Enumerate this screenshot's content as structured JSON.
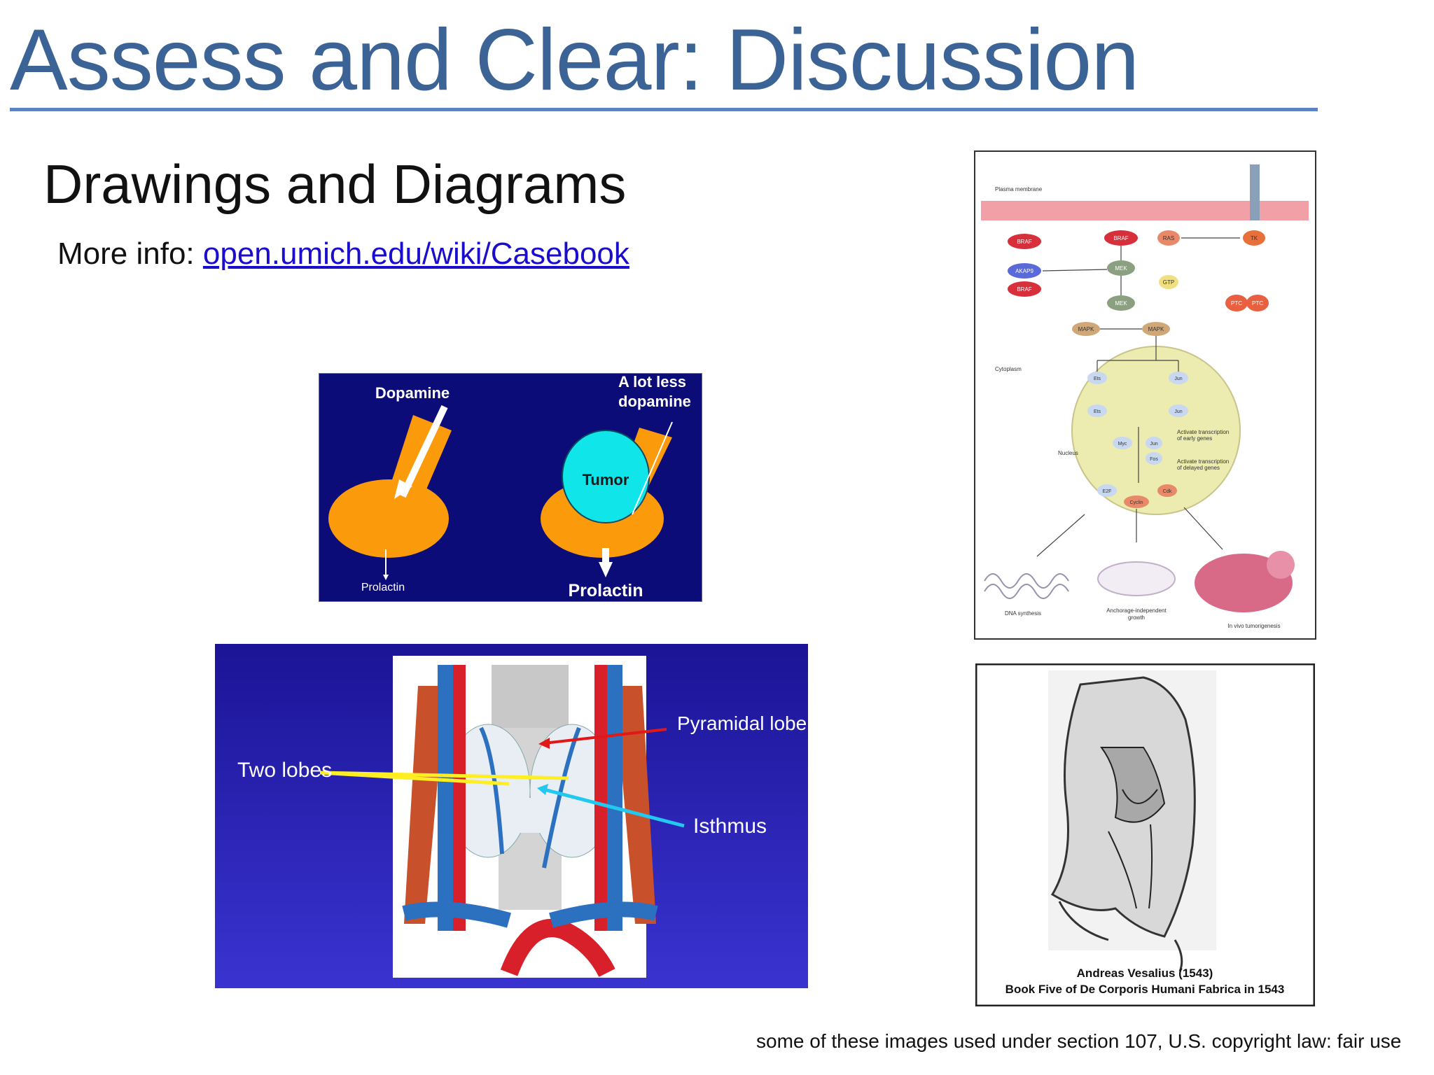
{
  "slide": {
    "title": "Assess and Clear: Discussion",
    "subtitle": "Drawings and Diagrams",
    "more_info_label": "More info: ",
    "more_info_link": "open.umich.edu/wiki/Casebook",
    "footer": "some of these images used under section 107, U.S. copyright law: fair use"
  },
  "pituitary_figure": {
    "label_dopamine": "Dopamine",
    "label_less_line1": "A lot less",
    "label_less_line2": "dopamine",
    "label_tumor": "Tumor",
    "label_prolactin_small": "Prolactin",
    "label_prolactin_large": "Prolactin"
  },
  "thyroid_figure": {
    "label_pyramidal": "Pyramidal lobe",
    "label_two_lobes": "Two lobes",
    "label_isthmus": "Isthmus"
  },
  "pathway_figure": {
    "plasma_membrane": "Plasma membrane",
    "cytoplasm": "Cytoplasm",
    "nucleus": "Nucleus",
    "nodes": [
      "BRAF",
      "BRAF",
      "RAS",
      "TK",
      "AKAP9",
      "BRAF",
      "MEK",
      "GTP",
      "MEK",
      "PTC",
      "PTC",
      "MAPK",
      "MAPK",
      "Ets",
      "Jun",
      "Ets",
      "Jun",
      "Myc",
      "Jun",
      "Fos",
      "E2F",
      "Cyclin",
      "Cdk"
    ],
    "early_genes_line1": "Activate transcription",
    "early_genes_line2": "of early genes",
    "delayed_genes_line1": "Activate transcription",
    "delayed_genes_line2": "of delayed genes",
    "outcome_dna": "DNA synthesis",
    "outcome_anchorage_line1": "Anchorage-independent",
    "outcome_anchorage_line2": "growth",
    "outcome_tumorigenesis": "In vivo tumorigenesis"
  },
  "vesalius_figure": {
    "caption_line1": "Andreas Vesalius (1543)",
    "caption_line2": "Book Five of De Corporis Humani Fabrica in 1543"
  },
  "colors": {
    "title": "#3b6396",
    "rule": "#5b83c0",
    "link": "#1a0dcc",
    "pituitary_bg": "#0c0c78",
    "orange": "#fb9a0a",
    "tumor": "#10e6ea",
    "thyroid_bg": "#2a23b8"
  }
}
